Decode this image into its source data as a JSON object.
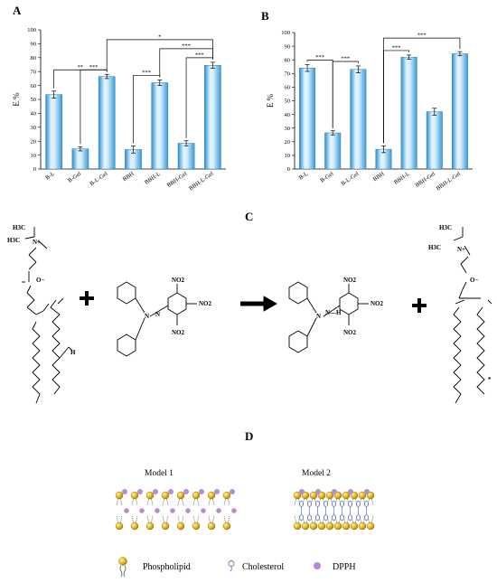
{
  "panels": {
    "a": "A",
    "b": "B",
    "c": "C",
    "d": "D"
  },
  "chart_data": [
    {
      "type": "bar",
      "panel": "A",
      "ylabel": "E %",
      "xlabel": "",
      "ylim": [
        0,
        100
      ],
      "yticks": [
        0,
        10,
        20,
        30,
        40,
        50,
        60,
        70,
        80,
        90,
        100
      ],
      "categories": [
        "B-L",
        "B-Gel",
        "B-L-Gel",
        "BBH",
        "BBH-L",
        "BBH-Gel",
        "BBH-L-Gel"
      ],
      "values": [
        53.5,
        14.5,
        66.5,
        14,
        62,
        18.5,
        74.5
      ],
      "errors": [
        2.5,
        1.5,
        1.5,
        2.5,
        2,
        1.8,
        2.2
      ],
      "significance": [
        {
          "from": 0,
          "to": 2,
          "label": "**"
        },
        {
          "from": 1,
          "to": 2,
          "label": "***"
        },
        {
          "from": 3,
          "to": 4,
          "label": "***"
        },
        {
          "from": 5,
          "to": 6,
          "label": "***"
        },
        {
          "from": 4,
          "to": 6,
          "label": "***"
        },
        {
          "from": 2,
          "to": 6,
          "label": "*"
        }
      ]
    },
    {
      "type": "bar",
      "panel": "B",
      "ylabel": "E %",
      "xlabel": "",
      "ylim": [
        0,
        100
      ],
      "yticks": [
        0,
        10,
        20,
        30,
        40,
        50,
        60,
        70,
        80,
        90,
        100
      ],
      "categories": [
        "B-L",
        "B-Gel",
        "B-L-Gel",
        "BBH",
        "BBH-L",
        "BBH-Gel",
        "BBH-L-Gel"
      ],
      "values": [
        74,
        26.5,
        73,
        14.5,
        82,
        42,
        84.5
      ],
      "errors": [
        2.5,
        1.5,
        2.5,
        2.5,
        1.5,
        2.5,
        1.5
      ],
      "significance": [
        {
          "from": 0,
          "to": 1,
          "label": "***"
        },
        {
          "from": 1,
          "to": 2,
          "label": "***"
        },
        {
          "from": 3,
          "to": 4,
          "label": "***"
        },
        {
          "from": 3,
          "to": 6,
          "label": "***"
        }
      ]
    }
  ],
  "chem": {
    "h3c_top": "H3C",
    "h3c_mid": "H3C",
    "n_plus": "N+",
    "o_minus": "O−",
    "no2_a": "NO2",
    "no2_b": "NO2",
    "no2_c": "NO2",
    "h_atom": "H",
    "n_atom": "N",
    "n_dot": "N",
    "prod_no2_a": "NO2",
    "prod_no2_b": "NO2",
    "prod_no2_c": "NO2",
    "prod_n": "N",
    "prod_nh": "N—H",
    "prod2_h3c_top": "H3C",
    "prod2_h3c_mid": "H3C",
    "prod2_n_plus": "N+",
    "prod2_o_minus": "O−",
    "radical": "*"
  },
  "models": {
    "model1": "Model 1",
    "model2": "Model 2"
  },
  "legend": {
    "phospholipid": "Phospholipid",
    "cholesterol": "Cholesterol",
    "dpph": "DPPH"
  },
  "colors": {
    "bar_light": "#e6f4fc",
    "bar_mid": "#8fd1f2",
    "bar_dark": "#2c8fd0",
    "phospholipid_head": "#e0b419",
    "dpph": "#b98ad6",
    "cholesterol": "#7b8fc9"
  }
}
